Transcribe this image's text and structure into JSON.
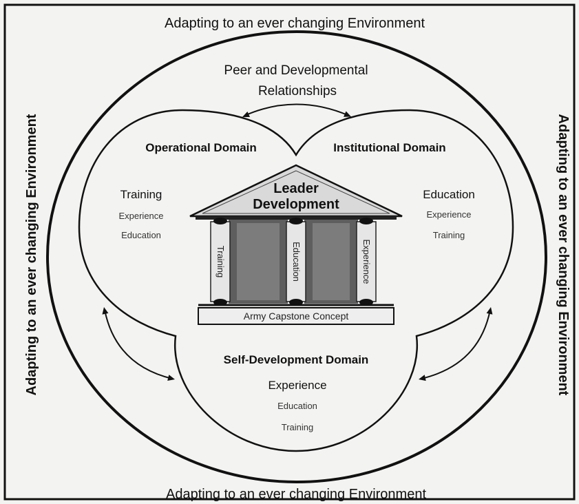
{
  "border_text": {
    "top": "Adapting to an ever changing Environment",
    "bottom": "Adapting to an ever changing Environment",
    "left": "Adapting to an ever changing Environment",
    "right": "Adapting to an ever changing Environment"
  },
  "peer": {
    "line1": "Peer and Developmental",
    "line2": "Relationships"
  },
  "domains": {
    "operational": {
      "title": "Operational Domain",
      "items": [
        "Training",
        "Experience",
        "Education"
      ]
    },
    "institutional": {
      "title": "Institutional Domain",
      "items": [
        "Education",
        "Experience",
        "Training"
      ]
    },
    "self_development": {
      "title": "Self-Development Domain",
      "items": [
        "Experience",
        "Education",
        "Training"
      ]
    }
  },
  "temple": {
    "roof": [
      "Leader",
      "Development"
    ],
    "pillars": [
      "Training",
      "Education",
      "Experience"
    ],
    "base": "Army Capstone Concept"
  },
  "colors": {
    "background": "#f3f3f1",
    "line": "#111111",
    "roof_fill": "#d9d9d9",
    "panel_fill": "#6a6a6a",
    "pillar_fill": "#e6e6e6"
  }
}
